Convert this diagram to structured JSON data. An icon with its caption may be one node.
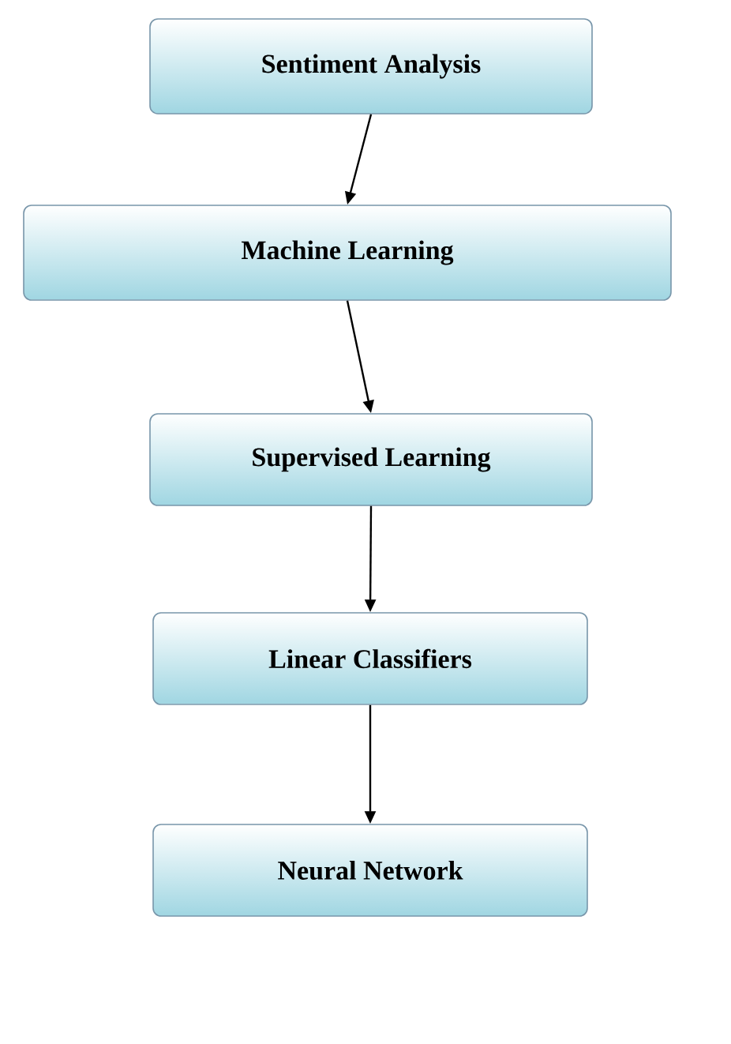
{
  "diagram": {
    "nodes": [
      {
        "text": [
          "Sentiment Analysis"
        ]
      },
      {
        "text": [
          "Machine Learning"
        ]
      },
      {
        "text": [
          "Supervised Learning"
        ]
      },
      {
        "text": [
          "Linear Classifiers"
        ]
      },
      {
        "text": [
          "Neural Network"
        ]
      }
    ],
    "edges": [
      {
        "from": 0,
        "to": 1,
        "arrow": "to"
      },
      {
        "from": 1,
        "to": 2,
        "arrow": "to"
      },
      {
        "from": 2,
        "to": 3,
        "arrow": "to"
      },
      {
        "from": 3,
        "to": 4,
        "arrow": "to"
      }
    ]
  }
}
